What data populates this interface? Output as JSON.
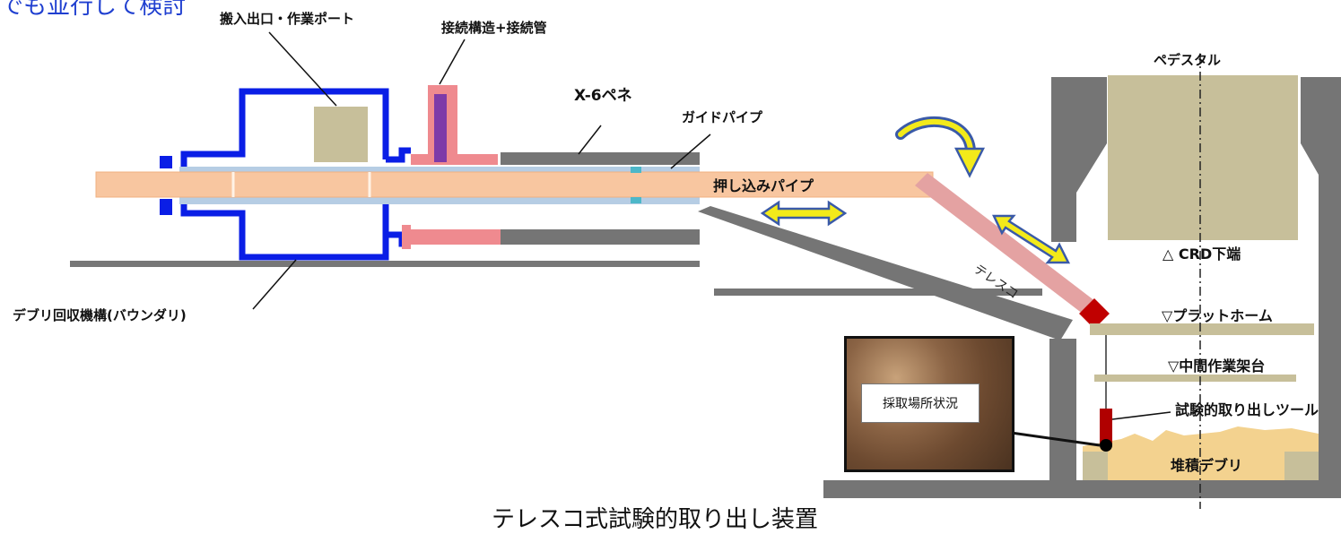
{
  "header": {
    "title_fragment": "でも並行して検討"
  },
  "labels": {
    "carry_port": "搬入出口・作業ポート",
    "connection": "接続構造+接続管",
    "x6_penetration": "X-6ペネ",
    "guide_pipe": "ガイドパイプ",
    "push_pipe": "押し込みパイプ",
    "telescope": "テレスコ",
    "recovery_mechanism": "デブリ回収機構(バウンダリ)",
    "pedestal": "ペデスタル",
    "crd_bottom": "△ CRD下端",
    "platform": "▽プラットホーム",
    "intermediate_frame": "▽中間作業架台",
    "sampling_tool": "試験的取り出しツール",
    "deposited_debris": "堆積デブリ",
    "sampling_site": "採取場所状況"
  },
  "caption": "テレスコ式試験的取り出し装置",
  "colors": {
    "boundary": "#0a1ee6",
    "push_pipe": "#f8c6a0",
    "connection": "#ef8a8f",
    "structure": "#757575",
    "pedestal_fill": "#c7bf9a",
    "debris": "#f3d28f",
    "heading": "#1f3fd0",
    "arrow_fill": "#f3ea1a",
    "arrow_edge": "#3a5aa8"
  }
}
